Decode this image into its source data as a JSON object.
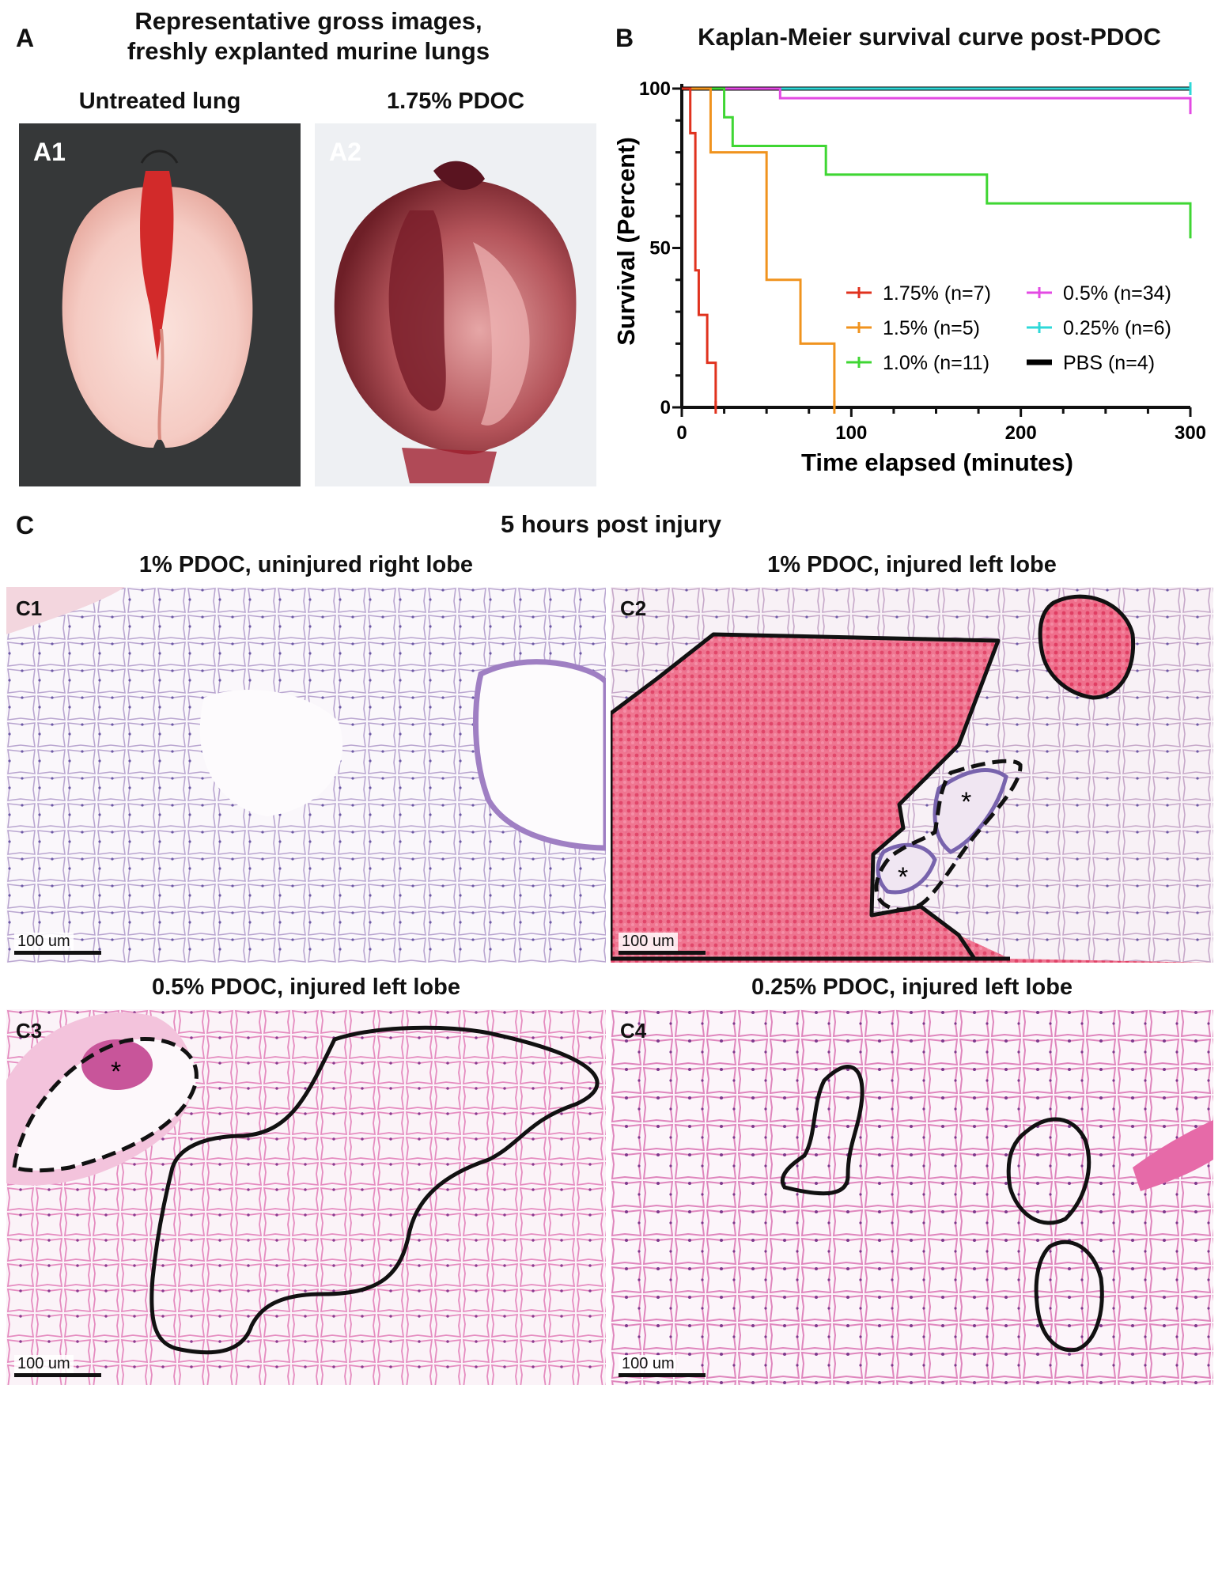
{
  "panel_a": {
    "letter": "A",
    "title_line1": "Representative gross images,",
    "title_line2": "freshly explanted murine lungs",
    "left_label": "Untreated lung",
    "right_label": "1.75% PDOC",
    "left_tag": "A1",
    "right_tag": "A2"
  },
  "panel_b": {
    "letter": "B",
    "title": "Kaplan-Meier survival curve post-PDOC"
  },
  "panel_c": {
    "letter": "C",
    "title": "5 hours post injury",
    "c1": {
      "tag": "C1",
      "label": "1% PDOC, uninjured right lobe",
      "scale": "100 um"
    },
    "c2": {
      "tag": "C2",
      "label": "1% PDOC, injured left lobe",
      "scale": "100 um",
      "marks": [
        "*",
        "*"
      ]
    },
    "c3": {
      "tag": "C3",
      "label": "0.5% PDOC, injured left lobe",
      "scale": "100 um",
      "marks": [
        "*"
      ]
    },
    "c4": {
      "tag": "C4",
      "label": "0.25% PDOC, injured left lobe",
      "scale": "100 um"
    }
  },
  "chart_data": {
    "type": "line",
    "title": "Kaplan-Meier survival curve post-PDOC",
    "xlabel": "Time elapsed (minutes)",
    "ylabel": "Survival (Percent)",
    "xlim": [
      0,
      300
    ],
    "ylim": [
      0,
      100
    ],
    "xticks": [
      0,
      100,
      200,
      300
    ],
    "yticks": [
      0,
      50,
      100
    ],
    "legend_position": "lower-right",
    "series": [
      {
        "name": "1.75% (n=7)",
        "color": "#e0321e",
        "x": [
          0,
          3,
          5,
          7,
          8,
          10,
          15,
          18,
          20,
          20
        ],
        "y": [
          100,
          100,
          86,
          86,
          43,
          29,
          14,
          14,
          0,
          0
        ]
      },
      {
        "name": "1.5% (n=5)",
        "color": "#f0931e",
        "x": [
          0,
          5,
          17,
          50,
          70,
          90,
          90
        ],
        "y": [
          100,
          100,
          80,
          40,
          20,
          0,
          0
        ]
      },
      {
        "name": "1.0% (n=11)",
        "color": "#3fd633",
        "x": [
          0,
          5,
          25,
          30,
          85,
          180,
          300
        ],
        "y": [
          100,
          100,
          91,
          82,
          73,
          64,
          55
        ]
      },
      {
        "name": "0.5% (n=34)",
        "color": "#e34ae3",
        "x": [
          0,
          28,
          58,
          300
        ],
        "y": [
          100,
          100,
          97,
          94
        ]
      },
      {
        "name": "0.25% (n=6)",
        "color": "#2fd8d8",
        "x": [
          0,
          300
        ],
        "y": [
          100,
          100
        ]
      },
      {
        "name": "PBS (n=4)",
        "color": "#000000",
        "x": [
          0,
          300
        ],
        "y": [
          100,
          100
        ]
      }
    ]
  }
}
